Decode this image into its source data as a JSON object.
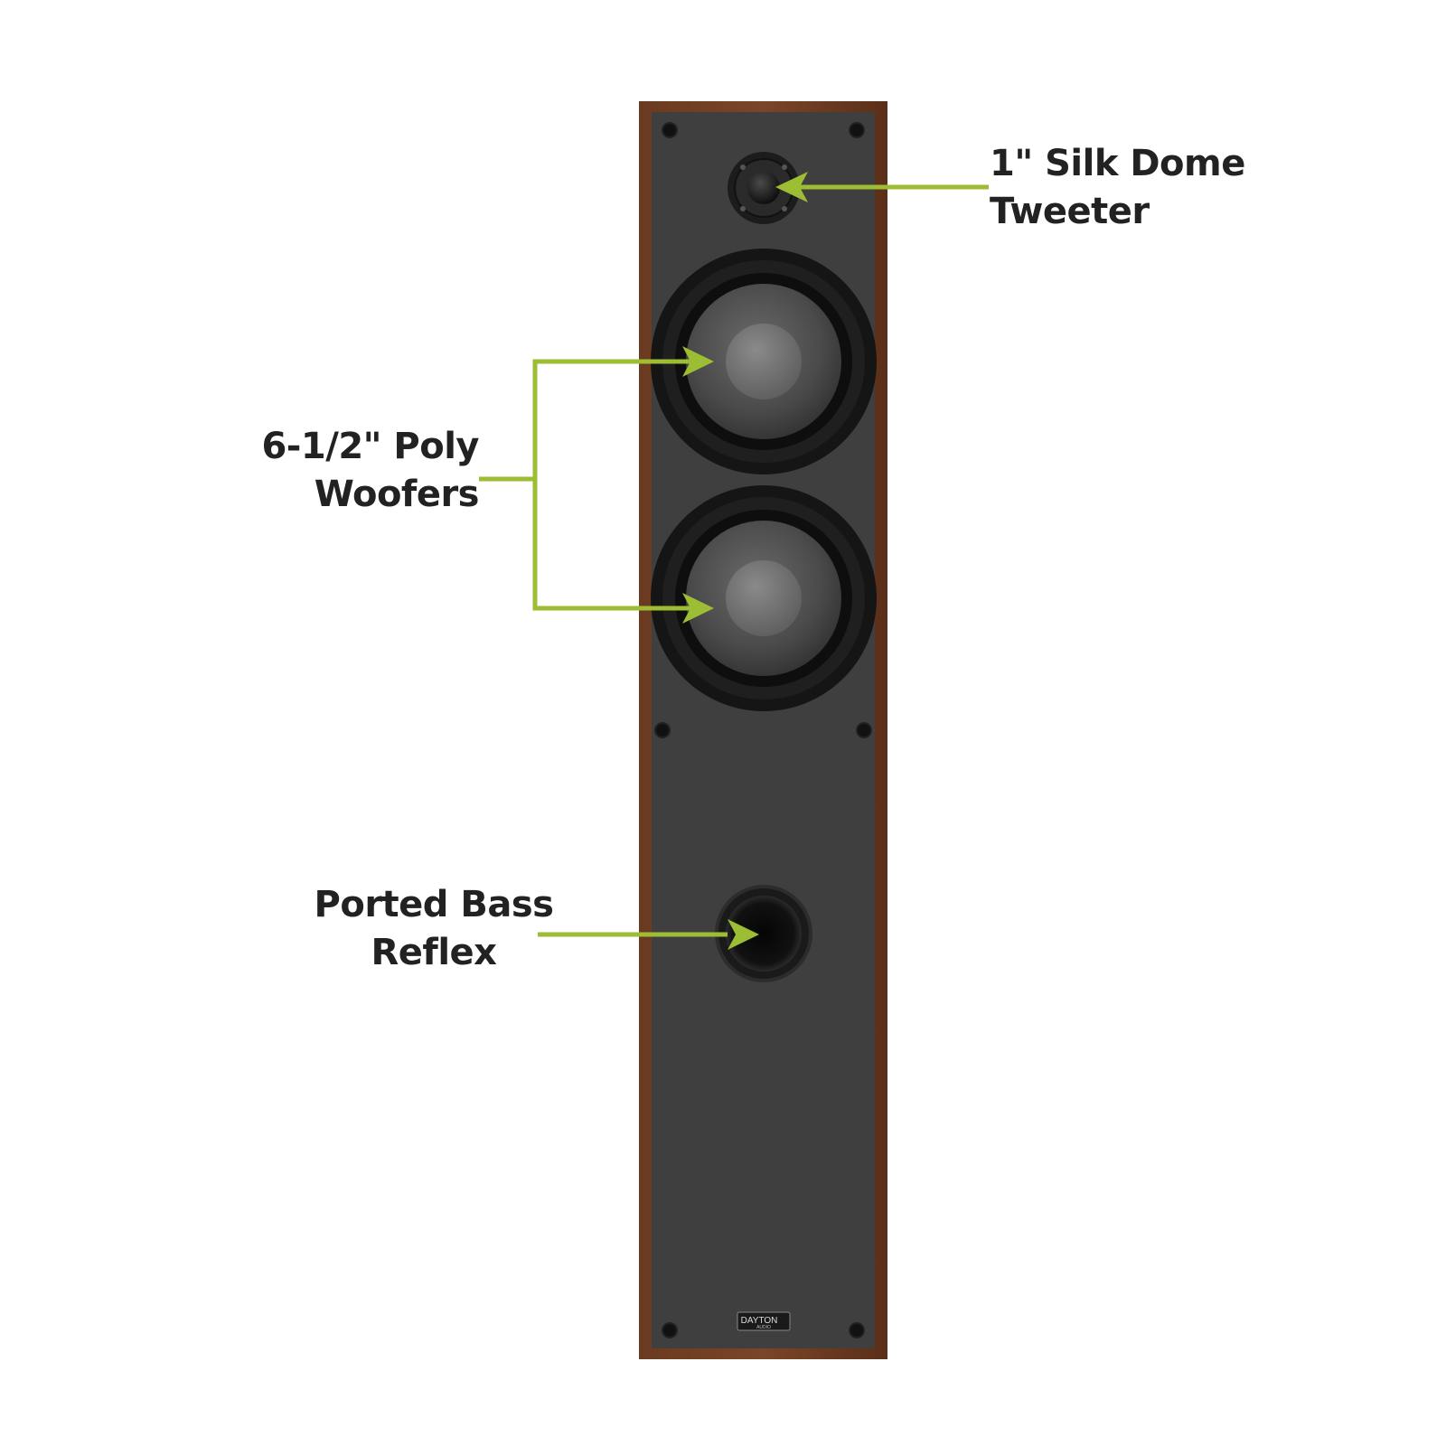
{
  "colors": {
    "accent": "#9dbd34",
    "cabinet_wood": "#5e321c",
    "baffle": "#3f3f3f",
    "label_text": "#222222"
  },
  "callouts": {
    "tweeter": {
      "line1": "1\" Silk Dome",
      "line2": "Tweeter"
    },
    "woofers": {
      "line1": "6-1/2\" Poly",
      "line2": "Woofers"
    },
    "port": {
      "line1": "Ported Bass",
      "line2": "Reflex"
    }
  },
  "brand": {
    "logo": "DAYTON",
    "sub": "AUDIO"
  }
}
